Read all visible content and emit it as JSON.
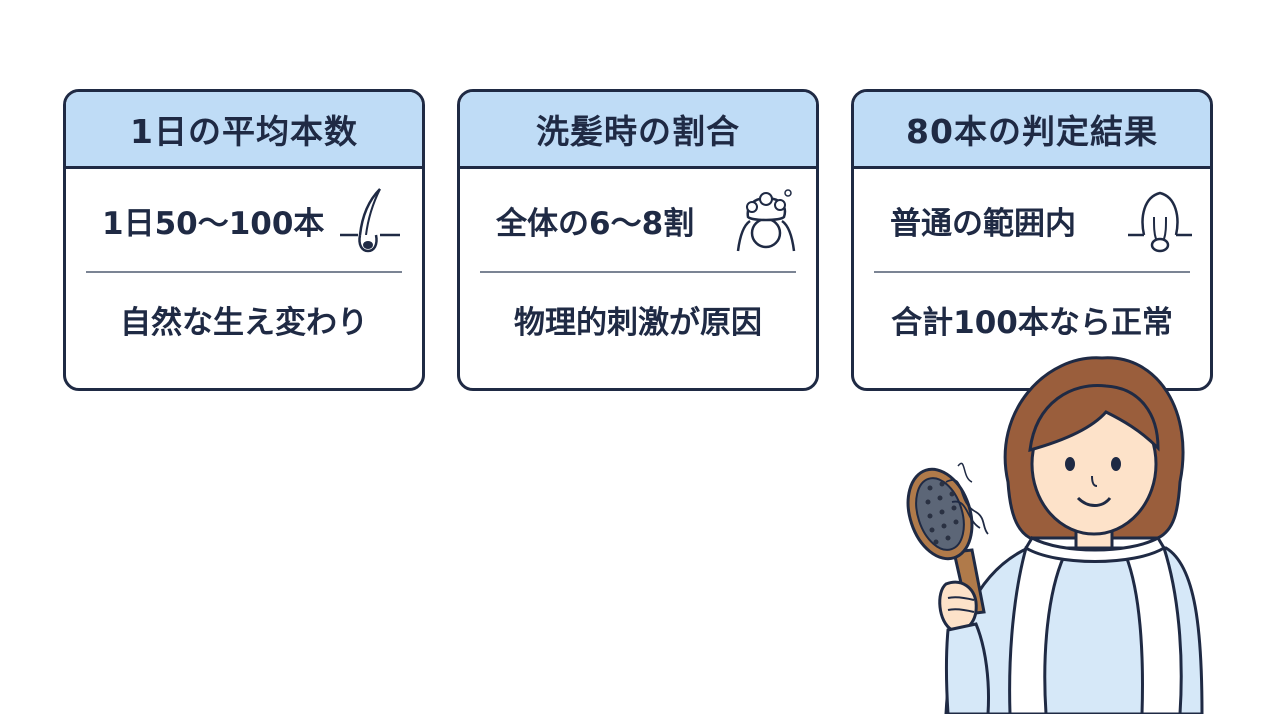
{
  "cards": [
    {
      "header": "1日の平均本数",
      "main_text": "1日50〜100本",
      "sub_text": "自然な生え変わり",
      "icon": "hair-follicle-icon"
    },
    {
      "header": "洗髪時の割合",
      "main_text": "全体の6〜8割",
      "sub_text": "物理的刺激が原因",
      "icon": "shampoo-washing-icon"
    },
    {
      "header": "80本の判定結果",
      "main_text": "普通の範囲内",
      "sub_text": "合計100本なら正常",
      "icon": "hair-root-icon"
    }
  ],
  "illustration": "woman-with-towel-holding-hairbrush",
  "colors": {
    "header_bg": "#bfdcf6",
    "border": "#1f2a44",
    "text": "#1f2a44",
    "background": "#ffffff"
  }
}
